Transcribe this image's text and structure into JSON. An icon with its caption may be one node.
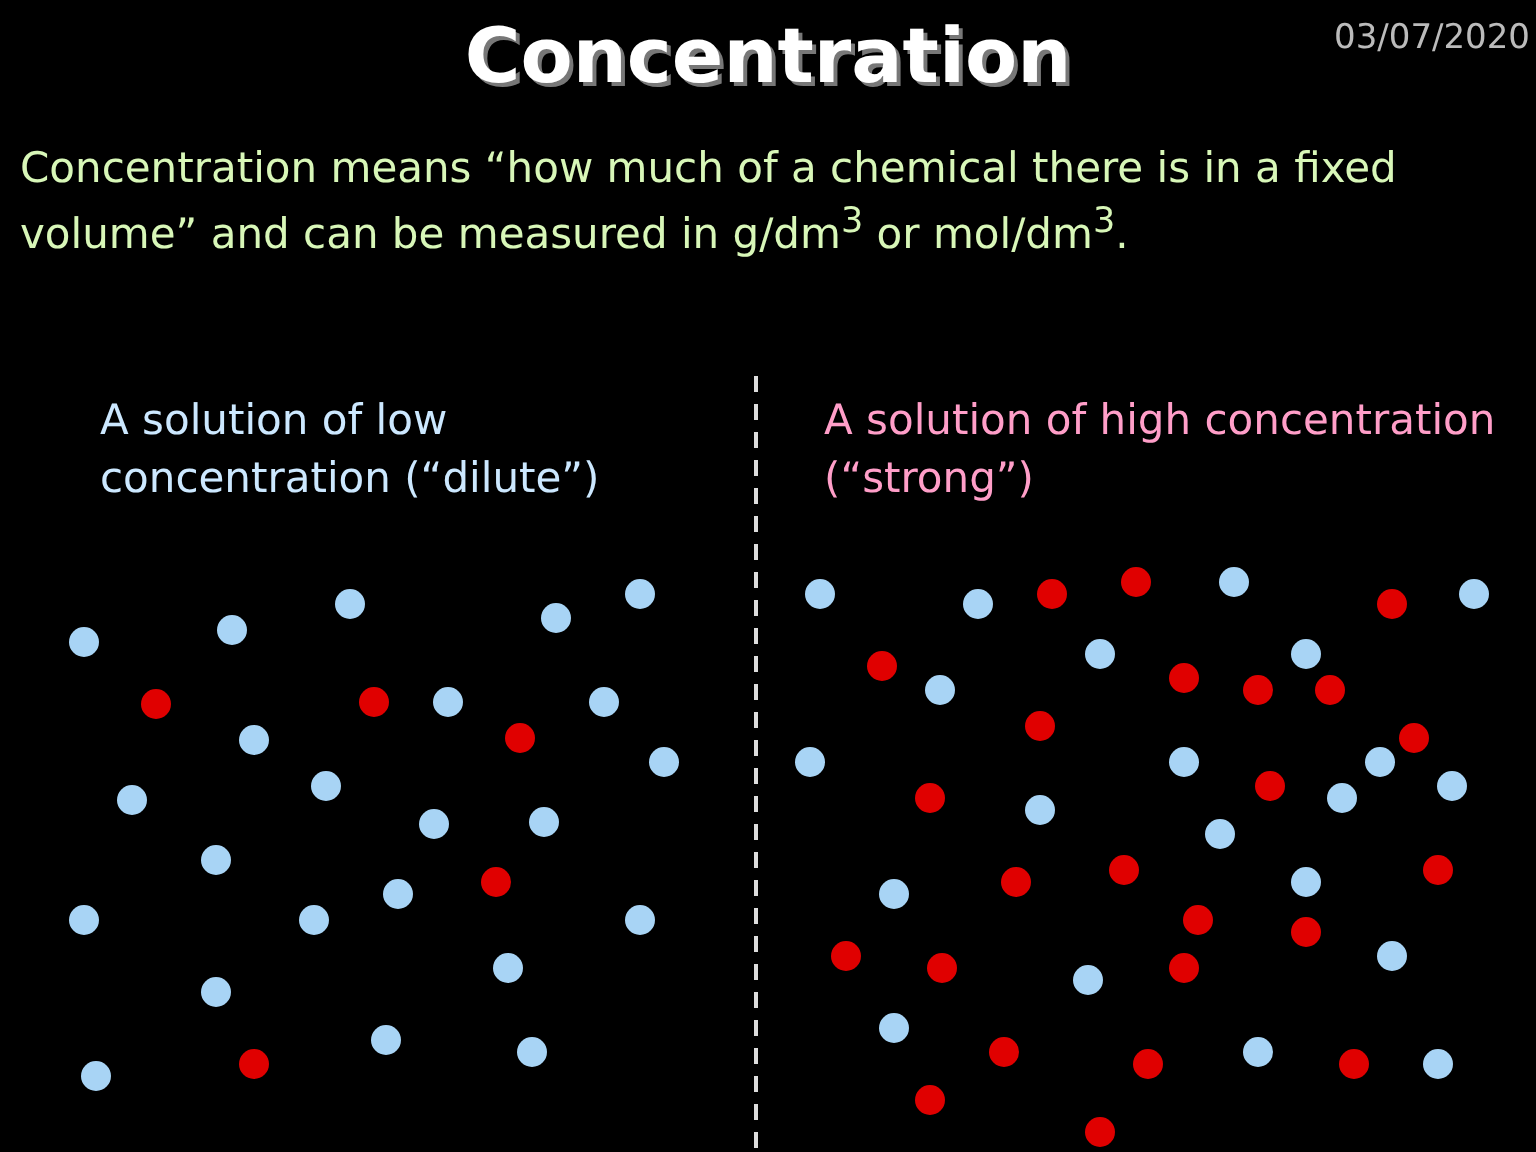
{
  "diagram": {
    "title": "Concentration",
    "labels": [
      "03/07/2020",
      "Concentration means “how much of a chemical there is in a fixed volume” and can be measured in g/dm$^{3}$ or mol/dm$^{3}$.",
      "A solution of low concentration (“dilute”)",
      "A solution of high concentration (“strong”)"
    ]
  }
}
